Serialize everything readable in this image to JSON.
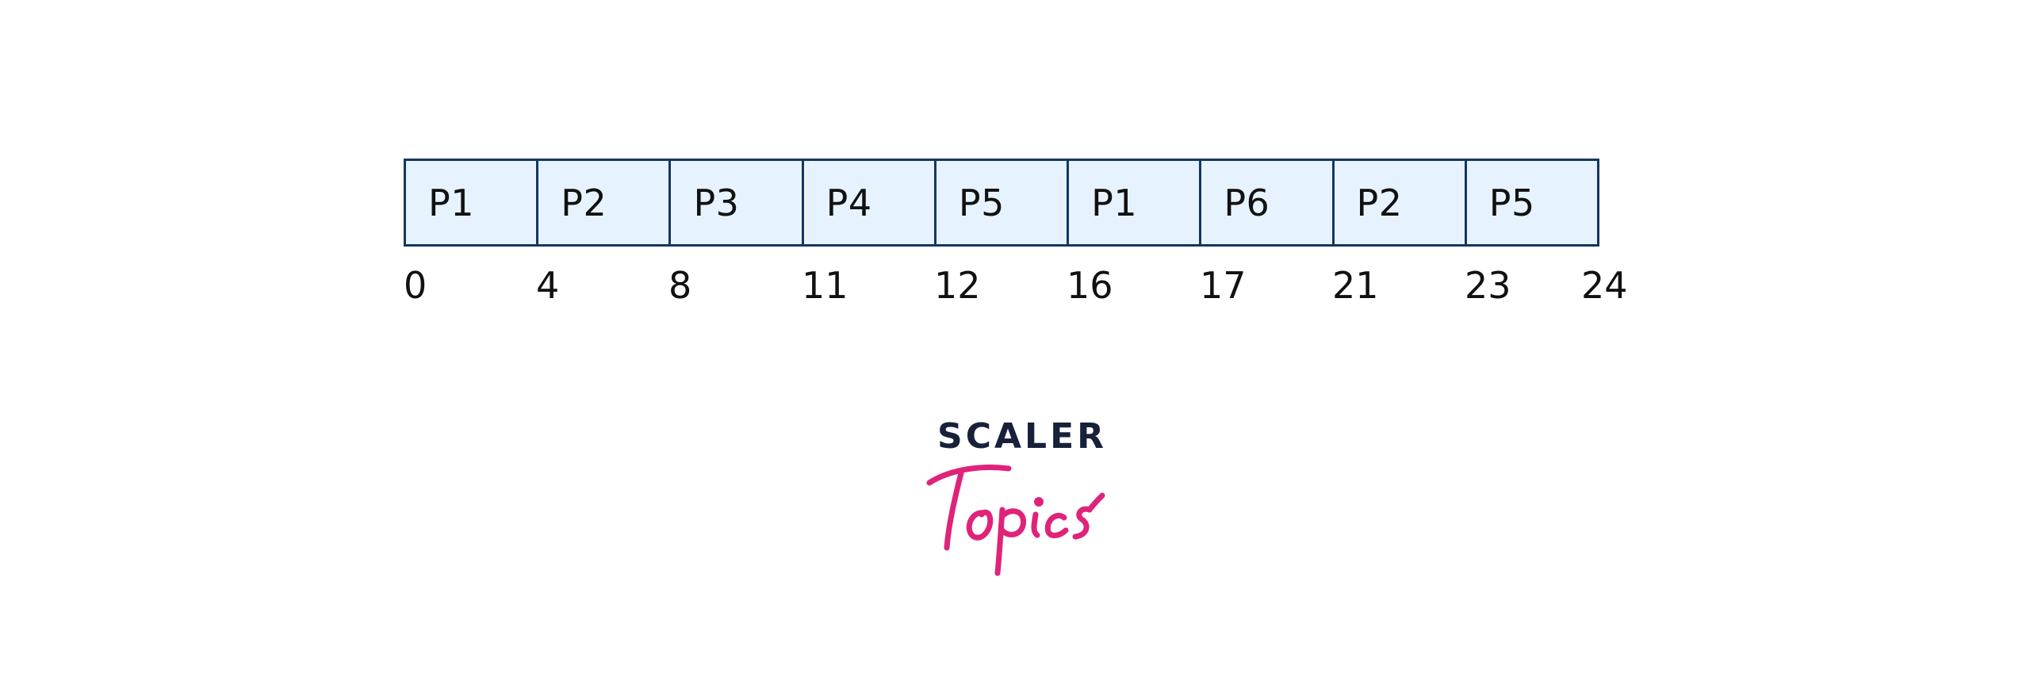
{
  "slots": [
    {
      "label": "P1"
    },
    {
      "label": "P2"
    },
    {
      "label": "P3"
    },
    {
      "label": "P4"
    },
    {
      "label": "P5"
    },
    {
      "label": "P1"
    },
    {
      "label": "P6"
    },
    {
      "label": "P2"
    },
    {
      "label": "P5"
    }
  ],
  "ticks": [
    "0",
    "4",
    "8",
    "11",
    "12",
    "16",
    "17",
    "21",
    "23",
    "24"
  ],
  "logo": {
    "brand": "SCALER",
    "script": "Topics"
  },
  "colors": {
    "cell_fill": "#e6f3fe",
    "cell_border": "#15365f",
    "brand_dark": "#17213a",
    "brand_pink": "#e0237a"
  }
}
